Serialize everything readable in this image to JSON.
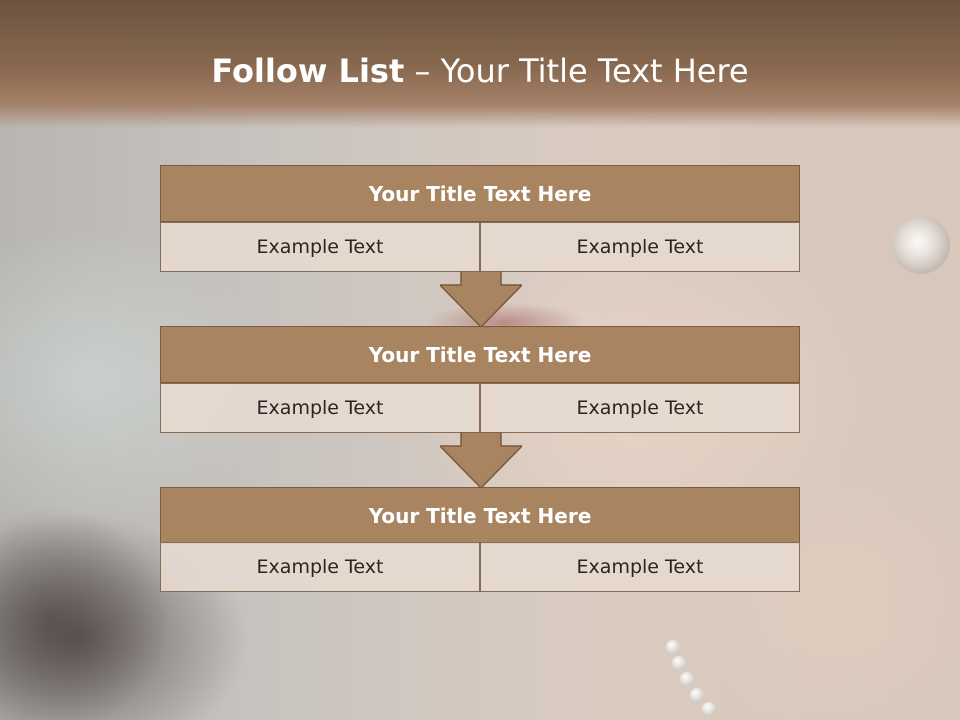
{
  "slide": {
    "title_bold": "Follow List",
    "title_rest": " – Your Title Text Here"
  },
  "blocks": [
    {
      "title": "Your Title Text Here",
      "left": "Example Text",
      "right": "Example Text"
    },
    {
      "title": "Your Title Text Here",
      "left": "Example Text",
      "right": "Example Text"
    },
    {
      "title": "Your Title Text Here",
      "left": "Example Text",
      "right": "Example Text"
    }
  ],
  "colors": {
    "header_band": "#8a6a50",
    "block_title_fill": "#a88461",
    "cell_fill": "#e6dad0",
    "arrow_fill": "#a88461"
  }
}
